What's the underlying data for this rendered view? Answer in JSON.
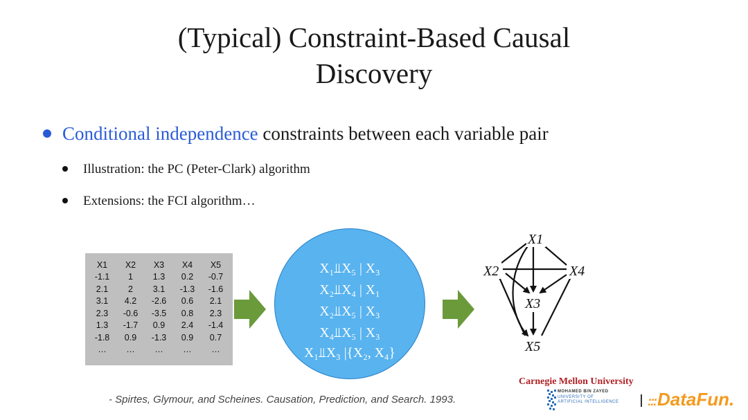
{
  "slide": {
    "title_line1": "(Typical) Constraint-Based Causal",
    "title_line2": "Discovery",
    "bullet_highlight": "Conditional independence",
    "bullet_rest": " constraints between each variable pair",
    "sub1": "Illustration: the PC (Peter-Clark) algorithm",
    "sub2": "Extensions: the FCI algorithm…",
    "reference": "- Spirtes, Glymour, and Scheines. Causation, Prediction, and Search. 1993."
  },
  "table": {
    "headers": [
      "X1",
      "X2",
      "X3",
      "X4",
      "X5"
    ],
    "rows": [
      [
        "-1.1",
        "1",
        "1.3",
        "0.2",
        "-0.7"
      ],
      [
        "2.1",
        "2",
        "3.1",
        "-1.3",
        "-1.6"
      ],
      [
        "3.1",
        "4.2",
        "-2.6",
        "0.6",
        "2.1"
      ],
      [
        "2.3",
        "-0.6",
        "-3.5",
        "0.8",
        "2.3"
      ],
      [
        "1.3",
        "-1.7",
        "0.9",
        "2.4",
        "-1.4"
      ],
      [
        "-1.8",
        "0.9",
        "-1.3",
        "0.9",
        "0.7"
      ],
      [
        "…",
        "…",
        "…",
        "…",
        "…"
      ]
    ]
  },
  "independencies": [
    "X₁⫫X₅ | X₃",
    "X₂⫫X₄ | X₁",
    "X₂⫫X₅ | X₃",
    "X₄⫫X₅ | X₃",
    "X₁⫫X₃ |{X₂, X₄}"
  ],
  "graph": {
    "nodes": [
      "X1",
      "X2",
      "X3",
      "X4",
      "X5"
    ]
  },
  "logos": {
    "cmu": "Carnegie Mellon University",
    "mbzuai_line1": "MOHAMED BIN ZAYED",
    "mbzuai_line2": "UNIVERSITY OF",
    "mbzuai_line3": "ARTIFICIAL INTELLIGENCE",
    "datafun": "DataFun."
  },
  "colors": {
    "highlight": "#2a5bd7",
    "arrow": "#6a9a3a",
    "circle": "#58b3ef",
    "cmu_red": "#b02024",
    "datafun_orange": "#f39a1e"
  }
}
